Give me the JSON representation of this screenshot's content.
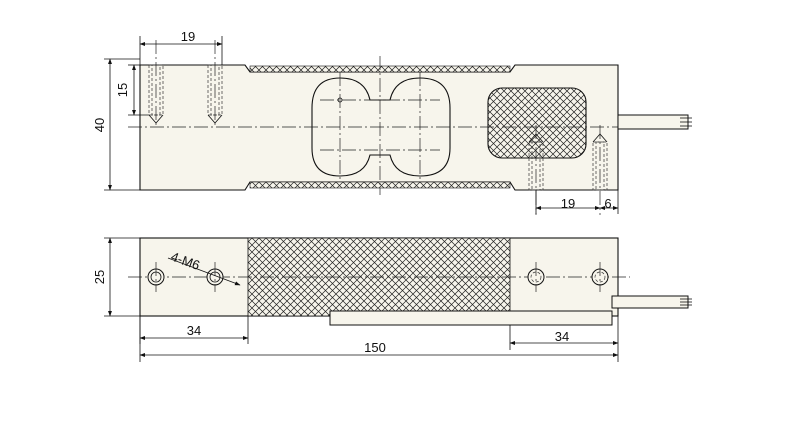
{
  "dimensions": {
    "top_hole_spacing": "19",
    "top_hole_depth": "15",
    "height": "40",
    "right_hole_spacing": "19",
    "right_edge_offset": "6",
    "width": "25",
    "thread_callout": "4-M6",
    "left_hole_offset": "34",
    "right_hole_offset": "34",
    "length": "150"
  },
  "colors": {
    "body_fill": "#f7f5ec",
    "line": "#111111",
    "hatch": "#222222"
  }
}
